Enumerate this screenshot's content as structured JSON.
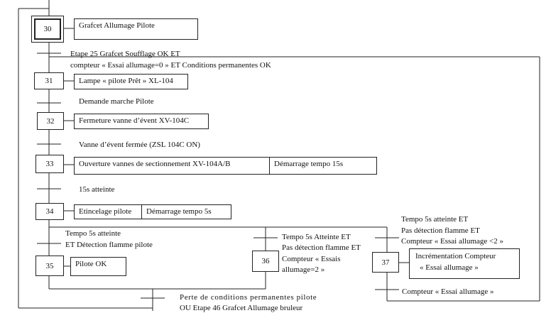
{
  "steps": {
    "s30": "30",
    "s31": "31",
    "s32": "32",
    "s33": "33",
    "s34": "34",
    "s35": "35",
    "s36": "36",
    "s37": "37"
  },
  "actions": {
    "a30": "Grafcet Allumage Pilote",
    "a31": "Lampe « pilote Prêt » XL-104",
    "a32": "Fermeture vanne d’évent XV-104C",
    "a33_1": "Ouverture vannes de sectionnement XV-104A/B",
    "a33_2": "Démarrage tempo 15s",
    "a34_1": "Etincelage pilote",
    "a34_2": "Démarrage tempo 5s",
    "a35": "Pilote OK",
    "a37_l1": "Incrémentation Compteur",
    "a37_l2": "« Essai allumage »"
  },
  "transitions": {
    "t30_l1": "Etape 25 Grafcet Soufflage OK ET",
    "t30_l2": "compteur « Essai allumage=0 » ET Conditions permanentes OK",
    "t31": "Demande marche Pilote",
    "t32": "Vanne d’évent fermée (ZSL 104C ON)",
    "t33": "15s atteinte",
    "t34a_l1": "Tempo 5s atteinte",
    "t34a_l2": "ET Détection flamme pilote",
    "t34b_l1": "Tempo 5s Atteinte ET",
    "t34b_l2": "Pas détection flamme ET",
    "t34b_l3": "Compteur « Essais",
    "t34b_l4": "allumage=2 »",
    "t34c_l1": "Tempo 5s atteinte ET",
    "t34c_l2": "Pas détection flamme ET",
    "t34c_l3": "Compteur « Essai allumage <2 »",
    "t37": "Compteur « Essai allumage »",
    "tfinal_l1": "Perte de conditions permanentes pilote",
    "tfinal_l2": "OU Etape 46 Grafcet Allumage bruleur"
  }
}
